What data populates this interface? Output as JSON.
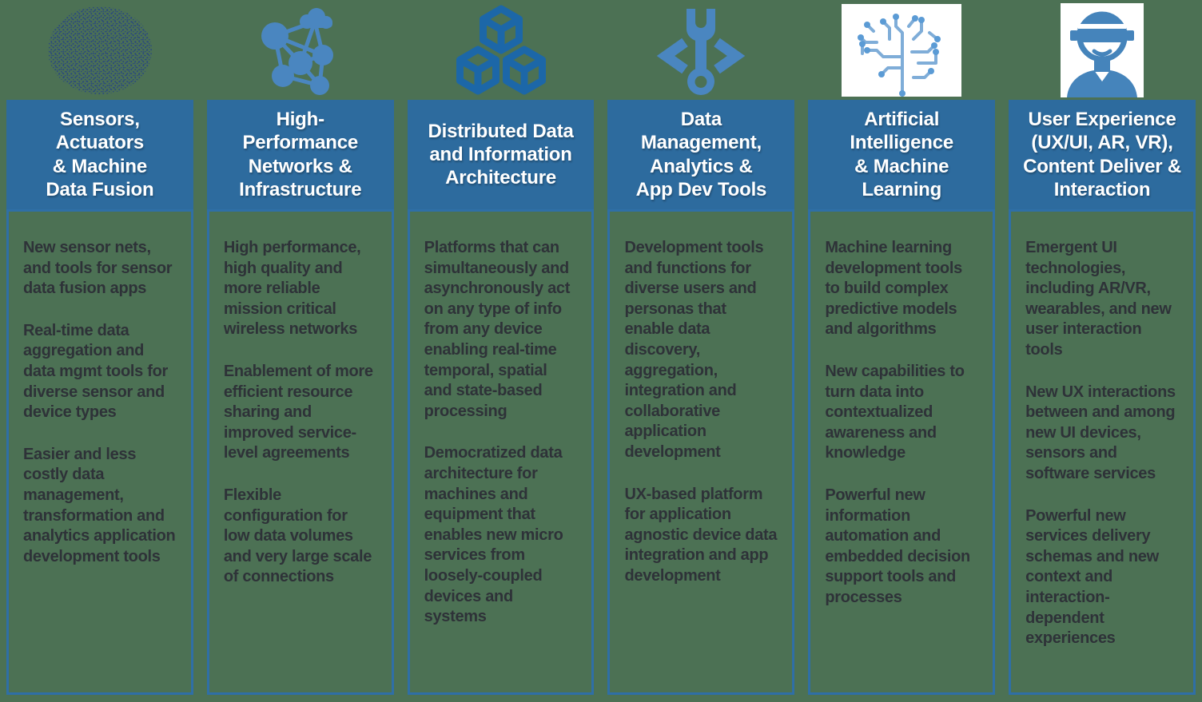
{
  "page": {
    "type": "infographic-six-pillars",
    "colors": {
      "background_green": "#4c7154",
      "header_blue": "#2d6b9e",
      "panel_border_blue": "#2f6fa6",
      "header_text": "#ffffff",
      "body_text": "#2e3238",
      "icon_dark_navy": "#2b4a7d",
      "icon_medium_blue": "#4a86c0",
      "icon_deep_blue": "#1c67a8",
      "icon_light_blue": "#7fadd8",
      "icon_node_blue": "#5b9bd5",
      "icon_person_blue": "#4584bb",
      "icon_panel_white": "#ffffff"
    }
  },
  "columns": [
    {
      "id": "sensors-actuators",
      "icon": "point-cloud-sphere-icon",
      "header": "Sensors,\nActuators\n& Machine\nData Fusion",
      "paragraphs": [
        "New sensor nets, and tools for sensor data fusion apps",
        "Real-time data aggregation and data mgmt tools for diverse sensor  and device types",
        "Easier and less costly data management, transformation and analytics application development tools"
      ]
    },
    {
      "id": "high-performance-networks",
      "icon": "network-cloud-icon",
      "header": "High-\nPerformance\nNetworks &\nInfrastructure",
      "paragraphs": [
        "High performance, high quality and more reliable mission critical wireless networks",
        "Enablement of more efficient resource sharing and improved service-level agreements",
        "Flexible configuration for low data volumes and very large scale of connections"
      ]
    },
    {
      "id": "distributed-data-architecture",
      "icon": "cubes-icon",
      "header": "Distributed  Data\nand Information\nArchitecture",
      "paragraphs": [
        "Platforms that can simultaneously and asynchronously act on any type of info from any device enabling real-time temporal, spatial and state-based processing",
        "Democratized data architecture for machines and equipment that enables new micro services from loosely-coupled devices and systems"
      ]
    },
    {
      "id": "data-management-analytics",
      "icon": "code-wrench-icon",
      "header": "Data\nManagement,\nAnalytics &\nApp Dev Tools",
      "paragraphs": [
        "Development tools and functions for diverse users and personas that enable data discovery, aggregation, integration and collaborative application development",
        "UX-based platform for application agnostic device data integration and app development"
      ]
    },
    {
      "id": "ai-machine-learning",
      "icon": "circuit-brain-icon",
      "header": "Artificial\nIntelligence\n& Machine\nLearning",
      "paragraphs": [
        "Machine learning development tools to build complex predictive models and algorithms",
        "New capabilities to turn data into contextualized awareness and knowledge",
        "Powerful new information automation and embedded decision support tools and processes"
      ]
    },
    {
      "id": "user-experience",
      "icon": "vr-person-icon",
      "header": "User Experience\n(UX/UI, AR, VR),\nContent Deliver &\nInteraction",
      "paragraphs": [
        "Emergent UI technologies, including AR/VR, wearables, and new user interaction tools",
        "New UX interactions between and among new UI devices, sensors and software services",
        "Powerful new services delivery schemas and new context and interaction-dependent experiences"
      ]
    }
  ]
}
